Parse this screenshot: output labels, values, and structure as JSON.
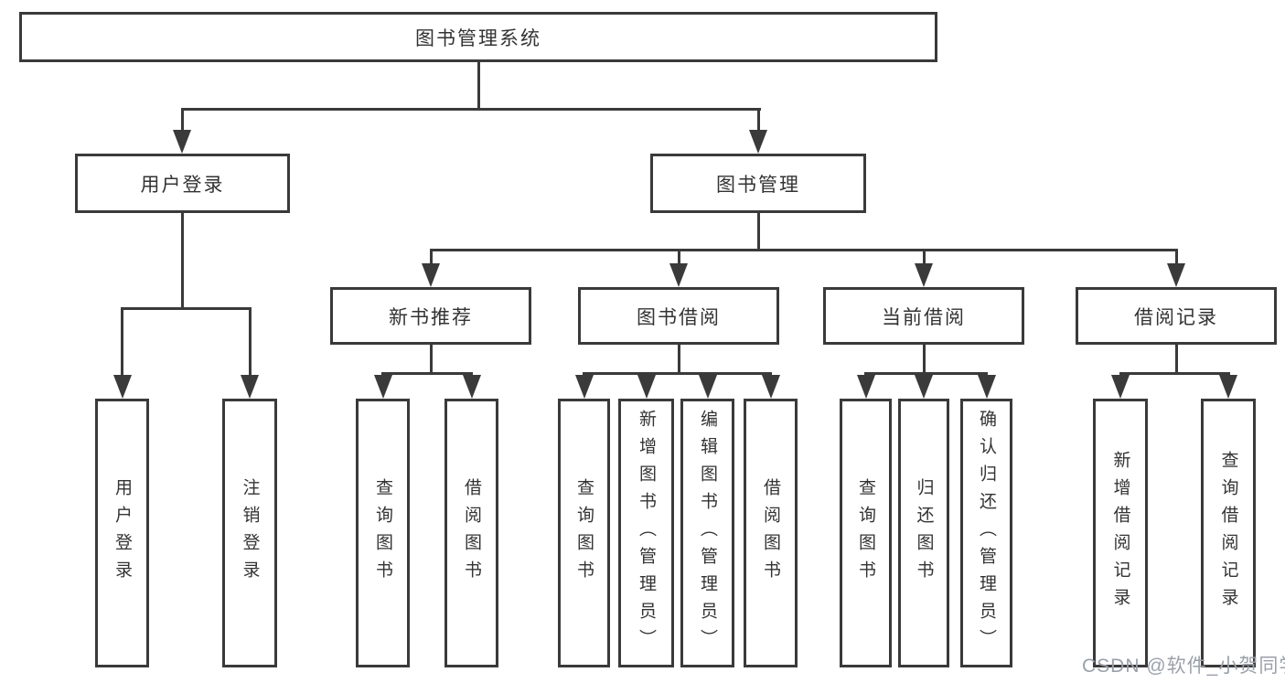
{
  "diagram": {
    "root": {
      "label": "图书管理系统"
    },
    "level2": [
      {
        "label": "用户登录"
      },
      {
        "label": "图书管理"
      }
    ],
    "level3": [
      {
        "label": "新书推荐",
        "parent": "图书管理"
      },
      {
        "label": "图书借阅",
        "parent": "图书管理"
      },
      {
        "label": "当前借阅",
        "parent": "图书管理"
      },
      {
        "label": "借阅记录",
        "parent": "图书管理"
      }
    ],
    "level4": [
      {
        "label": "用户登录",
        "parent": "用户登录"
      },
      {
        "label": "注销登录",
        "parent": "用户登录"
      },
      {
        "label": "查询图书",
        "parent": "新书推荐"
      },
      {
        "label": "借阅图书",
        "parent": "新书推荐"
      },
      {
        "label": "查询图书",
        "parent": "图书借阅"
      },
      {
        "label": "新增图书（管理员）",
        "parent": "图书借阅"
      },
      {
        "label": "编辑图书（管理员）",
        "parent": "图书借阅"
      },
      {
        "label": "借阅图书",
        "parent": "图书借阅"
      },
      {
        "label": "查询图书",
        "parent": "当前借阅"
      },
      {
        "label": "归还图书",
        "parent": "当前借阅"
      },
      {
        "label": "确认归还（管理员）",
        "parent": "当前借阅"
      },
      {
        "label": "新增借阅记录",
        "parent": "借阅记录"
      },
      {
        "label": "查询借阅记录",
        "parent": "借阅记录"
      }
    ],
    "colors": {
      "line": "#3a3a3a",
      "text": "#333333",
      "box_bg": "#ffffff",
      "background": "#ffffff",
      "watermark": "#9aa1ab"
    }
  },
  "watermark": {
    "text": "CSDN @软件_小贺同学"
  }
}
